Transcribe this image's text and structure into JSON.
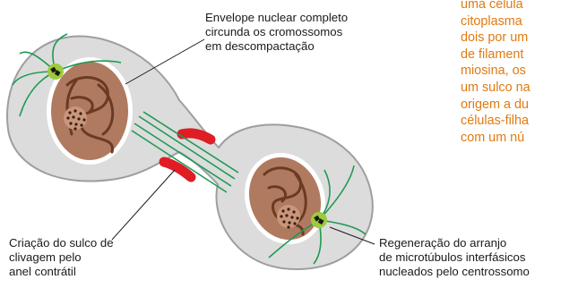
{
  "labels": {
    "envelope": [
      "Envelope nuclear completo",
      "circunda os cromossomos",
      "em descompactação"
    ],
    "furrow": [
      "Criação do sulco de",
      "clivagem pelo",
      "anel contrátil"
    ],
    "microtubules": [
      "Regeneração do arranjo",
      "de microtúbulos interfásicos",
      "nucleados pelo centrossomo"
    ]
  },
  "side_text": [
    "uma célula",
    "citoplasma",
    "dois por um",
    "de filament",
    "miosina, os",
    "um sulco na",
    "origem a du",
    "células-filha",
    "com um nú"
  ],
  "colors": {
    "cell_fill": "#dcdcdc",
    "cell_stroke": "#9e9e9e",
    "nucleus_fill": "#b07a60",
    "chromosome": "#6b3a22",
    "microtubule": "#1e9a52",
    "centrosome": "#9ccc3c",
    "contractile_ring": "#e01c24",
    "side_text": "#e07a10"
  }
}
